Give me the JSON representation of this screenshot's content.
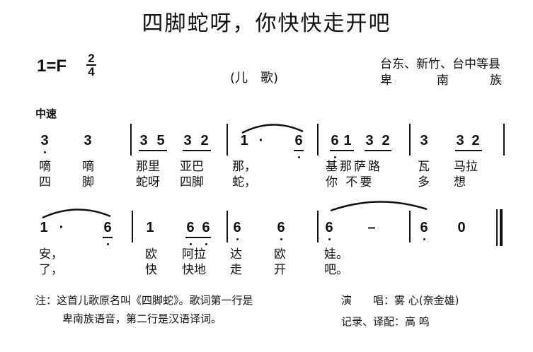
{
  "title": "四脚蛇呀，你快快走开吧",
  "key": {
    "label": "1=F",
    "time_top": "2",
    "time_bottom": "4"
  },
  "genre": "(儿　歌)",
  "origin": {
    "line1": "台东、新竹、台中等县",
    "line2_a": "卑",
    "line2_b": "南",
    "line2_c": "族"
  },
  "tempo": "中速",
  "line1": {
    "notes": [
      "3",
      "3",
      "3",
      "5",
      "3",
      "2",
      "1",
      "·",
      "6",
      "6",
      "1",
      "3",
      "2",
      "3",
      "3",
      "2"
    ],
    "lyrics1": [
      "嘀",
      "嘀",
      "那里",
      "亚巴",
      "那，",
      "基那萨路",
      "瓦",
      "马拉"
    ],
    "lyrics2": [
      "四",
      "脚",
      "蛇呀",
      "四脚",
      "蛇，",
      "你 不要",
      "多",
      "想"
    ]
  },
  "line2": {
    "notes": [
      "1",
      "·",
      "6",
      "1",
      "6",
      "6",
      "6",
      "6",
      "6",
      "–",
      "6",
      "0"
    ],
    "lyrics1": [
      "安，",
      "欧",
      "阿拉",
      "达",
      "欧",
      "娃。"
    ],
    "lyrics2": [
      "了，",
      "快",
      "快地",
      "走",
      "开",
      "吧。"
    ]
  },
  "footer": {
    "note_line1": "注：这首儿歌原名叫《四脚蛇》。歌词第一行是",
    "note_line2": "卑南族语音，第二行是汉语译词。",
    "singer_label": "演　　唱：",
    "singer": "雾 心(奈金雄)",
    "recorder_label": "记录、译配：",
    "recorder": "高 鸣"
  }
}
